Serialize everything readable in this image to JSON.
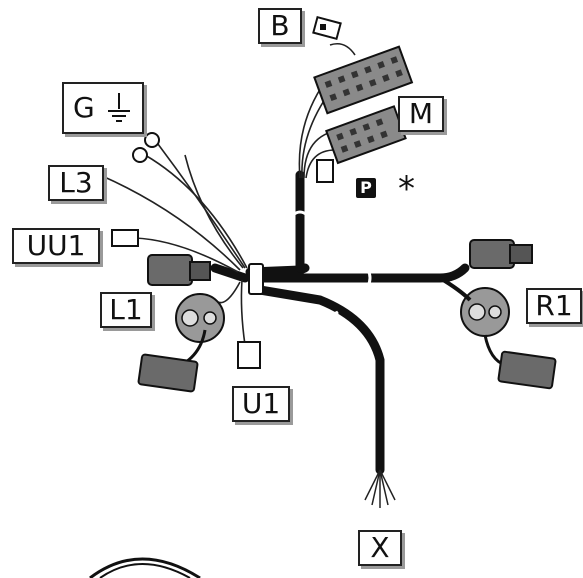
{
  "labels": {
    "B": "B",
    "M": "M",
    "G": "G",
    "L3": "L3",
    "UU1": "UU1",
    "L1": "L1",
    "U1": "U1",
    "R1": "R1",
    "X": "X"
  },
  "badge": {
    "P": "P"
  },
  "marker": {
    "star": "*"
  },
  "icons": {
    "ground": "ground-symbol-icon"
  },
  "colors": {
    "harness": "#111111",
    "connector": "#5a5a5a",
    "label_shadow": "#9a9a9a"
  }
}
